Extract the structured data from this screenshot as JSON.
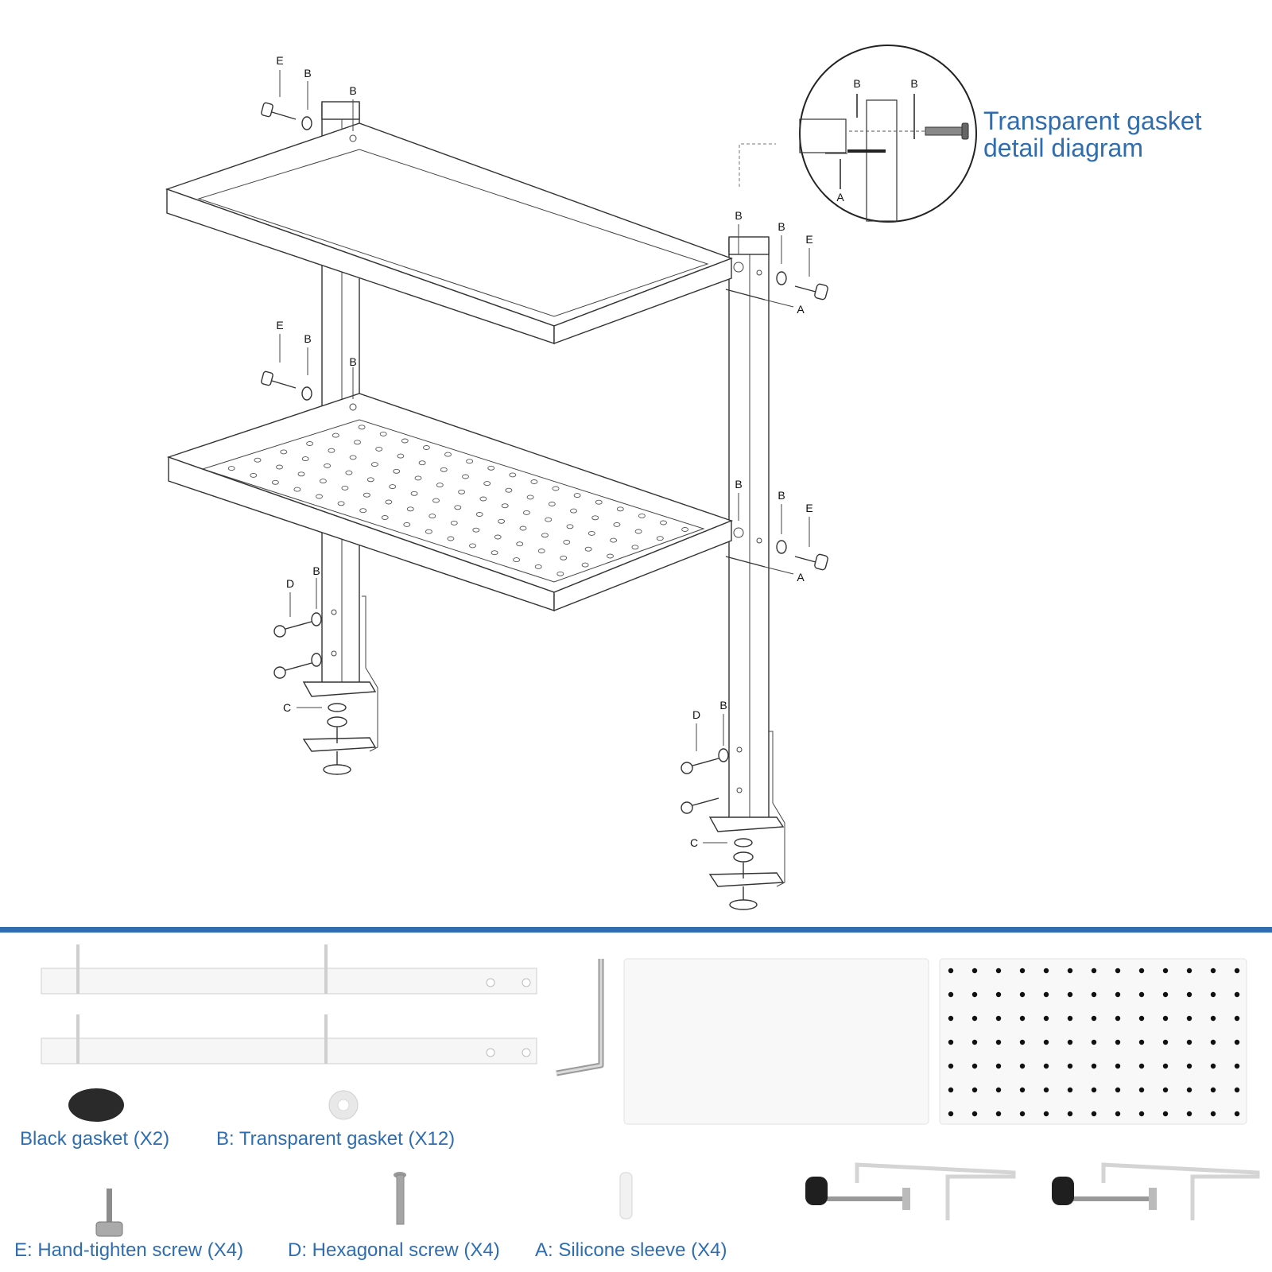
{
  "detail": {
    "title_line1": "Transparent gasket",
    "title_line2": "detail diagram",
    "labels": {
      "b1": "B",
      "b2": "B",
      "a": "A"
    }
  },
  "callouts": {
    "a": "A",
    "b": "B",
    "c": "C",
    "d": "D",
    "e": "E"
  },
  "parts": {
    "black_gasket": "Black gasket (X2)",
    "transparent_gasket": "B: Transparent gasket (X12)",
    "hand_screw": "E: Hand-tighten screw (X4)",
    "hex_screw": "D: Hexagonal screw (X4)",
    "silicone_sleeve": "A: Silicone sleeve (X4)"
  },
  "colors": {
    "accent": "#2f6db0",
    "divider": "#2f6db0",
    "line": "#333333"
  }
}
